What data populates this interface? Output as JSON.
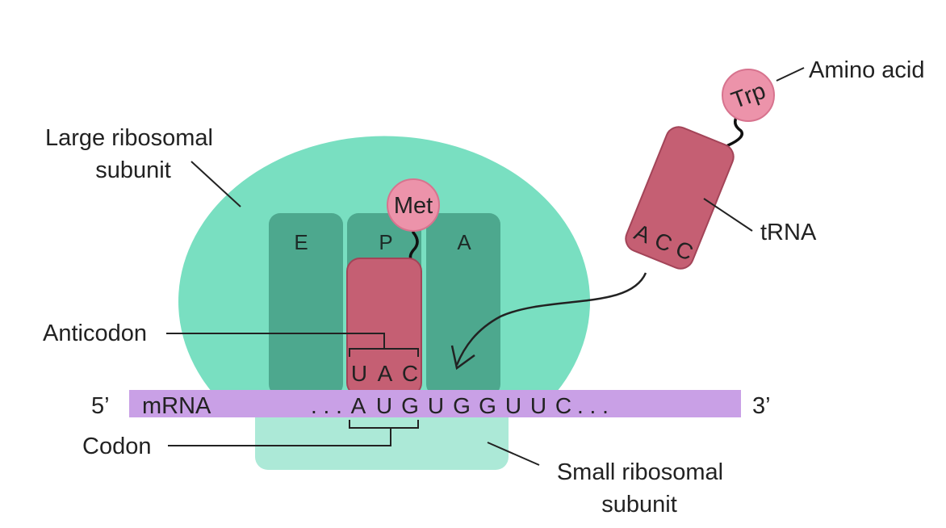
{
  "labels": {
    "large_subunit_line1": "Large ribosomal",
    "large_subunit_line2": "subunit",
    "small_subunit_line1": "Small ribosomal",
    "small_subunit_line2": "subunit",
    "anticodon": "Anticodon",
    "codon": "Codon",
    "trna": "tRNA",
    "amino_acid": "Amino acid",
    "five_prime": "5’",
    "three_prime": "3’",
    "mrna": "mRNA"
  },
  "sites": {
    "e": "E",
    "p": "P",
    "a": "A"
  },
  "bound_trna": {
    "amino_acid": "Met",
    "anticodon": [
      "U",
      "A",
      "C"
    ]
  },
  "incoming_trna": {
    "amino_acid": "Trp",
    "anticodon": [
      "A",
      "C",
      "C"
    ]
  },
  "mrna_sequence": {
    "lead": ". . .",
    "bases": [
      "A",
      "U",
      "G",
      "U",
      "G",
      "G",
      "U",
      "U",
      "C"
    ],
    "trail": ". . ."
  },
  "colors": {
    "large_subunit": "#79dfc1",
    "small_subunit": "#ace9d7",
    "site_slot": "#4da88e",
    "trna_body": "#c55f73",
    "amino_acid": "#ec93aa",
    "mrna": "#c9a0e6"
  }
}
